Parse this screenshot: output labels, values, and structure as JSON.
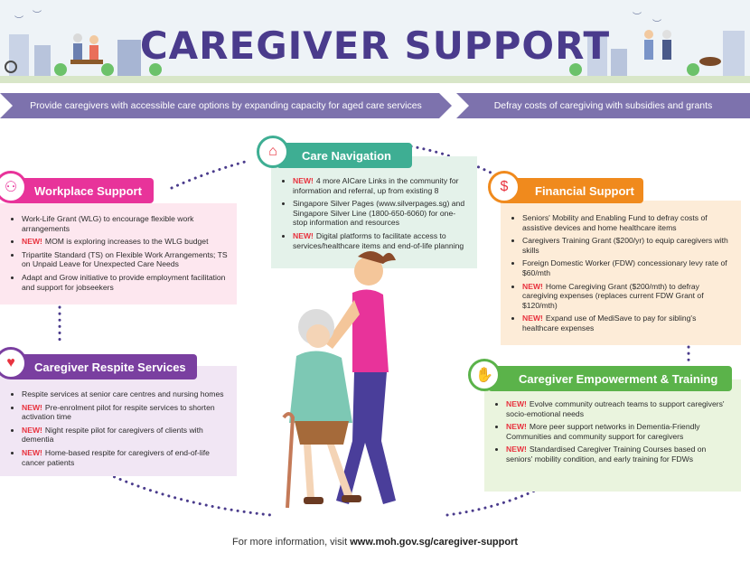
{
  "header": {
    "title": "CAREGIVER SUPPORT"
  },
  "banners": {
    "left": "Provide caregivers with accessible care options by expanding capacity for aged care services",
    "right": "Defray costs of caregiving with subsidies and grants"
  },
  "new_label": "NEW!",
  "sections": {
    "care_navigation": {
      "title": "Care Navigation",
      "items": [
        "4 more AICare Links in the community for information and referral, up from existing 8",
        "Singapore Silver Pages (www.silverpages.sg) and Singapore Silver Line (1800-650-6060) for one-stop information and resources",
        "Digital platforms to facilitate access to services/healthcare items and end-of-life planning"
      ]
    },
    "workplace_support": {
      "title": "Workplace Support",
      "items": [
        "Work-Life Grant (WLG) to encourage flexible work arrangements",
        "MOM is exploring increases to the WLG budget",
        "Tripartite Standard (TS) on Flexible Work Arrangements; TS on Unpaid Leave for Unexpected Care Needs",
        "Adapt and Grow initiative to provide employment facilitation and support for jobseekers"
      ]
    },
    "financial_support": {
      "title": "Financial Support",
      "items": [
        "Seniors' Mobility and Enabling Fund to defray costs of assistive devices and home healthcare items",
        "Caregivers Training Grant ($200/yr) to equip caregivers with skills",
        "Foreign Domestic Worker (FDW) concessionary levy rate of $60/mth",
        "Home Caregiving Grant ($200/mth) to defray caregiving expenses (replaces current FDW Grant of $120/mth)",
        "Expand use of MediSave to pay for sibling's healthcare expenses"
      ]
    },
    "respite_services": {
      "title": "Caregiver Respite Services",
      "items": [
        "Respite services at senior care centres and nursing homes",
        "Pre-enrolment pilot for respite services to shorten activation time",
        "Night respite pilot for caregivers of clients with dementia",
        "Home-based respite for caregivers of end-of-life cancer patients"
      ]
    },
    "empowerment_training": {
      "title": "Caregiver Empowerment & Training",
      "items": [
        "Evolve community outreach teams to support caregivers' socio-emotional needs",
        "More peer support networks in Dementia-Friendly Communities and community support for caregivers",
        "Standardised Caregiver Training Courses based on seniors' mobility condition, and early training for FDWs"
      ]
    }
  },
  "footer": {
    "text": "For more information, visit",
    "url": "www.moh.gov.sg/caregiver-support"
  },
  "colors": {
    "title": "#4a3b8c",
    "banner": "#7d72ad",
    "care_navigation": "#3eae93",
    "workplace_support": "#e8339a",
    "financial_support": "#f08a1d",
    "respite_services": "#7a3fa0",
    "empowerment_training": "#5bb34a",
    "new": "#e8333f"
  }
}
